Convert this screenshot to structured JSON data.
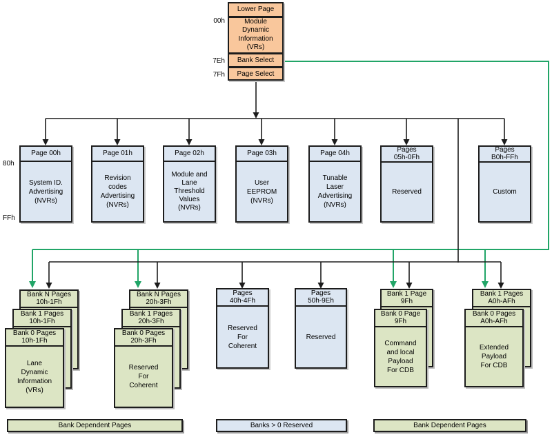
{
  "colors": {
    "lower_page_fill": "#F9C79C",
    "upper_page_fill": "#DCE6F2",
    "bank_page_fill": "#DCE5C4",
    "connector_black": "#1C1C1C",
    "connector_green": "#21A567"
  },
  "lower_page": {
    "title": "Lower Page",
    "body": "Module\nDynamic\nInformation\n(VRs)",
    "bank_select": "Bank Select",
    "page_select": "Page Select",
    "offsets": {
      "body_start": "00h",
      "bank_select": "7Eh",
      "page_select": "7Fh"
    }
  },
  "upper_page_offsets": {
    "start": "80h",
    "end": "FFh"
  },
  "upper_pages": [
    {
      "header": "Page 00h",
      "body": "System ID.\nAdvertising\n(NVRs)"
    },
    {
      "header": "Page 01h",
      "body": "Revision\ncodes\nAdvertising\n(NVRs)"
    },
    {
      "header": "Page 02h",
      "body": "Module and\nLane\nThreshold\nValues\n(NVRs)"
    },
    {
      "header": "Page 03h",
      "body": "User\nEEPROM\n(NVRs)"
    },
    {
      "header": "Page 04h",
      "body": "Tunable\nLaser\nAdvertising\n(NVRs)"
    },
    {
      "header": "Pages\n05h-0Fh",
      "body": "Reserved"
    },
    {
      "header": "Pages\nB0h-FFh",
      "body": "Custom"
    }
  ],
  "banked_groups": [
    {
      "bank_n": "Bank N Pages\n10h-1Fh",
      "bank_1": "Bank 1 Pages\n10h-1Fh",
      "bank_0": "Bank 0 Pages\n10h-1Fh",
      "body": "Lane\nDynamic\nInformation\n(VRs)"
    },
    {
      "bank_n": "Bank N Pages\n20h-3Fh",
      "bank_1": "Bank 1 Pages\n20h-3Fh",
      "bank_0": "Bank 0 Pages\n20h-3Fh",
      "body": "Reserved\nFor\nCoherent"
    },
    {
      "bank_1": "Bank 1 Page\n9Fh",
      "bank_0": "Bank 0 Page\n9Fh",
      "body": "Command\nand local\nPayload\nFor CDB"
    },
    {
      "bank_1": "Bank 1 Pages\nA0h-AFh",
      "bank_0": "Bank 0 Pages\nA0h-AFh",
      "body": "Extended\nPayload\nFor CDB"
    }
  ],
  "reserved_pages": [
    {
      "header": "Pages\n40h-4Fh",
      "body": "Reserved\nFor\nCoherent"
    },
    {
      "header": "Pages\n50h-9Eh",
      "body": "Reserved"
    }
  ],
  "footers": [
    {
      "label": "Bank Dependent Pages"
    },
    {
      "label": "Banks > 0 Reserved"
    },
    {
      "label": "Bank Dependent Pages"
    }
  ]
}
